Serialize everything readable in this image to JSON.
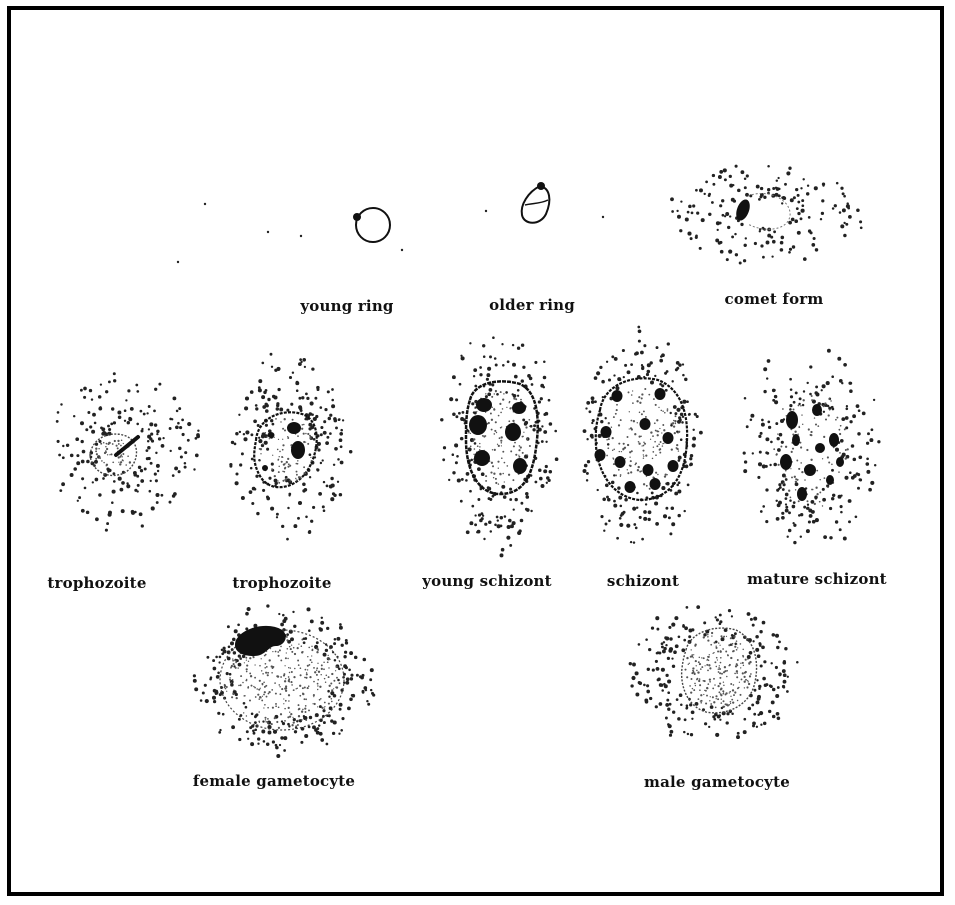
{
  "figure": {
    "stages": [
      {
        "id": "young-ring",
        "label": "young ring"
      },
      {
        "id": "older-ring",
        "label": "older ring"
      },
      {
        "id": "comet-form",
        "label": "comet form"
      },
      {
        "id": "trophozoite-1",
        "label": "trophozoite"
      },
      {
        "id": "trophozoite-2",
        "label": "trophozoite"
      },
      {
        "id": "young-schizont",
        "label": "young schizont"
      },
      {
        "id": "schizont",
        "label": "schizont"
      },
      {
        "id": "mature-schizont",
        "label": "mature schizont"
      },
      {
        "id": "female-gametocyte",
        "label": "female gametocyte"
      },
      {
        "id": "male-gametocyte",
        "label": "male gametocyte"
      }
    ]
  },
  "colors": {
    "ink": "#111111",
    "stipple": "#222222",
    "background": "#ffffff"
  }
}
